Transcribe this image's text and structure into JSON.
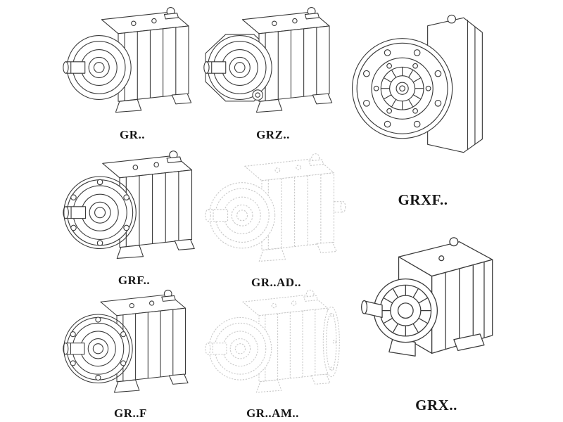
{
  "page": {
    "background": "#ffffff",
    "line_color": "#3a3a3a",
    "faded_line_color": "#c9c9c9",
    "label_color": "#151515"
  },
  "figures": [
    {
      "label": "GR..",
      "drawing": "helical-gearbox-foot-mounted",
      "style": "solid"
    },
    {
      "label": "GRZ..",
      "drawing": "helical-gearbox-foot-mounted-variant",
      "style": "solid"
    },
    {
      "label": "GRXF..",
      "drawing": "helical-gearbox-flange-front-view",
      "style": "solid"
    },
    {
      "label": "GRF..",
      "drawing": "helical-gearbox-flange-mounted",
      "style": "solid"
    },
    {
      "label": "GR..AD..",
      "drawing": "helical-gearbox-input-adapter-ghosted",
      "style": "faded"
    },
    {
      "label": "GRX..",
      "drawing": "helical-gearbox-single-stage-large",
      "style": "solid"
    },
    {
      "label": "GR..F",
      "drawing": "helical-gearbox-foot-flange-mounted",
      "style": "solid"
    },
    {
      "label": "GR..AM..",
      "drawing": "helical-gearbox-motor-adapter-ghosted",
      "style": "faded"
    }
  ]
}
